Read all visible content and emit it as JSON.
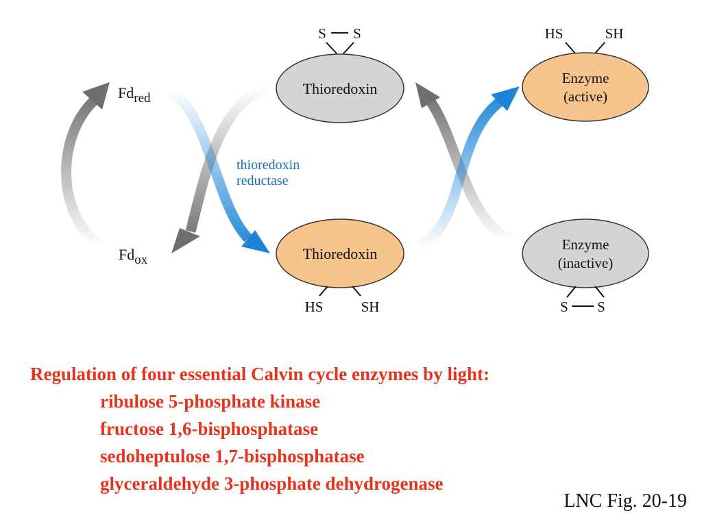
{
  "diagram": {
    "fd_red": {
      "base": "Fd",
      "sub": "red"
    },
    "fd_ox": {
      "base": "Fd",
      "sub": "ox"
    },
    "thioredoxin_ox": {
      "label": "Thioredoxin",
      "s_left": "S",
      "s_right": "S"
    },
    "thioredoxin_red": {
      "label": "Thioredoxin",
      "sh_left": "HS",
      "sh_right": "SH"
    },
    "enzyme_active": {
      "line1": "Enzyme",
      "line2": "(active)",
      "sh_left": "HS",
      "sh_right": "SH"
    },
    "enzyme_inactive": {
      "line1": "Enzyme",
      "line2": "(inactive)",
      "s_left": "S",
      "s_right": "S"
    },
    "reductase": {
      "line1": "thioredoxin",
      "line2": "reductase"
    },
    "colors": {
      "gray_arrow": "#6f6f6f",
      "blue_arrow": "#1a84d6",
      "reductase_text": "#1a6fb5",
      "oxidized_fill": "#d4d4d4",
      "reduced_fill": "#f7c48d"
    }
  },
  "caption": {
    "heading": "Regulation of four essential Calvin cycle enzymes by light:",
    "items": [
      "ribulose 5-phosphate kinase",
      "fructose 1,6-bisphosphatase",
      "sedoheptulose 1,7-bisphosphatase",
      "glyceraldehyde 3-phosphate dehydrogenase"
    ],
    "color": "#e8331c"
  },
  "figure_ref": "LNC Fig. 20-19"
}
